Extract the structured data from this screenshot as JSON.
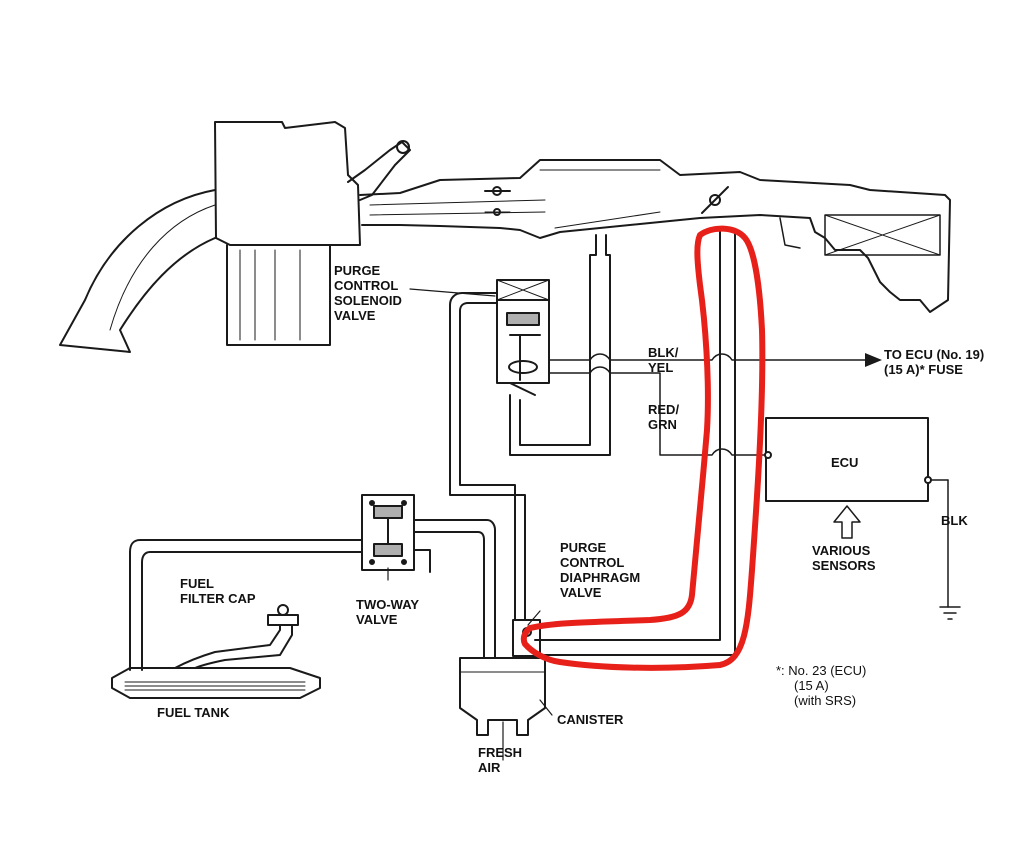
{
  "labels": {
    "purge_solenoid": [
      "PURGE",
      "CONTROL",
      "SOLENOID",
      "VALVE"
    ],
    "blk_yel": [
      "BLK/",
      "YEL"
    ],
    "red_grn": [
      "RED/",
      "GRN"
    ],
    "to_ecu": [
      "TO ECU (No. 19)",
      "(15 A)*  FUSE"
    ],
    "ecu": "ECU",
    "blk": "BLK",
    "various_sensors": [
      "VARIOUS",
      "SENSORS"
    ],
    "purge_diaphragm": [
      "PURGE",
      "CONTROL",
      "DIAPHRAGM",
      "VALVE"
    ],
    "fuel_filter_cap": [
      "FUEL",
      "FILTER CAP"
    ],
    "two_way_valve": [
      "TWO-WAY",
      "VALVE"
    ],
    "fuel_tank": "FUEL TANK",
    "canister": "CANISTER",
    "fresh_air": [
      "FRESH",
      "AIR"
    ],
    "footnote": [
      "*: No. 23 (ECU)",
      "(15 A)",
      "(with SRS)"
    ]
  },
  "colors": {
    "line": "#1a1a1a",
    "highlight": "#e8201a",
    "background": "#ffffff"
  }
}
